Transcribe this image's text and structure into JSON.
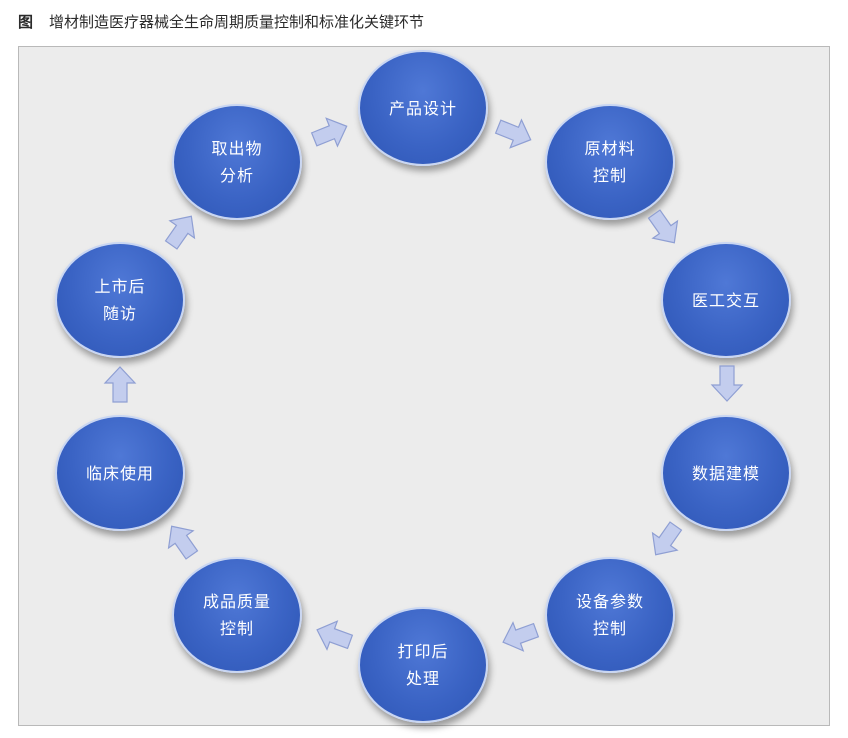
{
  "caption": {
    "label": "图",
    "title": "增材制造医疗器械全生命周期质量控制和标准化关键环节"
  },
  "nodes": [
    "产品设计",
    "原材料\n控制",
    "医工交互",
    "数据建模",
    "设备参数\n控制",
    "打印后\n处理",
    "成品质量\n控制",
    "临床使用",
    "上市后\n随访",
    "取出物\n分析"
  ],
  "colors": {
    "node_fill": "#3a63c4",
    "node_border": "#c9d6f2",
    "arrow_fill": "#c3cdee",
    "arrow_stroke": "#8f9fd3",
    "panel": "#ececec"
  },
  "arrow_direction": "clockwise"
}
